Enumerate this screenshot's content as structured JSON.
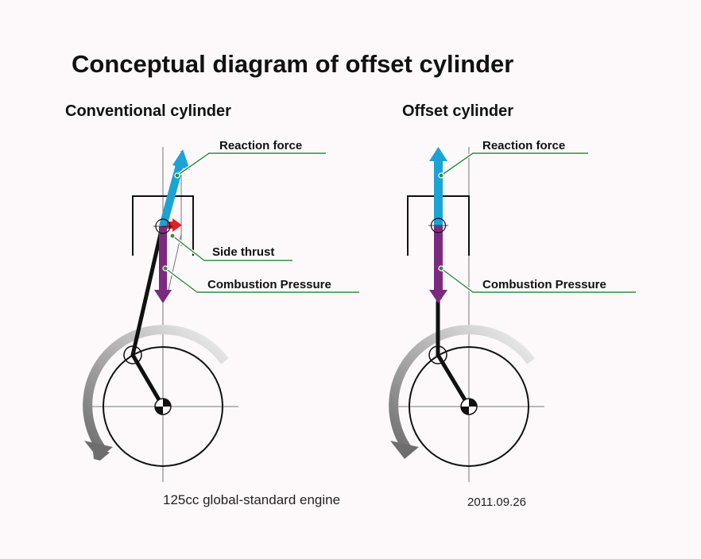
{
  "title": "Conceptual diagram of offset cylinder",
  "left": {
    "heading": "Conventional cylinder",
    "labels": {
      "reaction": "Reaction force",
      "side_thrust": "Side thrust",
      "combustion": "Combustion Pressure"
    }
  },
  "right": {
    "heading": "Offset cylinder",
    "labels": {
      "reaction": "Reaction force",
      "combustion": "Combustion Pressure"
    }
  },
  "footer": {
    "caption": "125cc global-standard engine",
    "date": "2011.09.26"
  },
  "colors": {
    "reaction": "#1ba3d6",
    "combustion": "#7b2a7f",
    "side_thrust": "#e0202a",
    "leader": "#2e8b3e"
  }
}
